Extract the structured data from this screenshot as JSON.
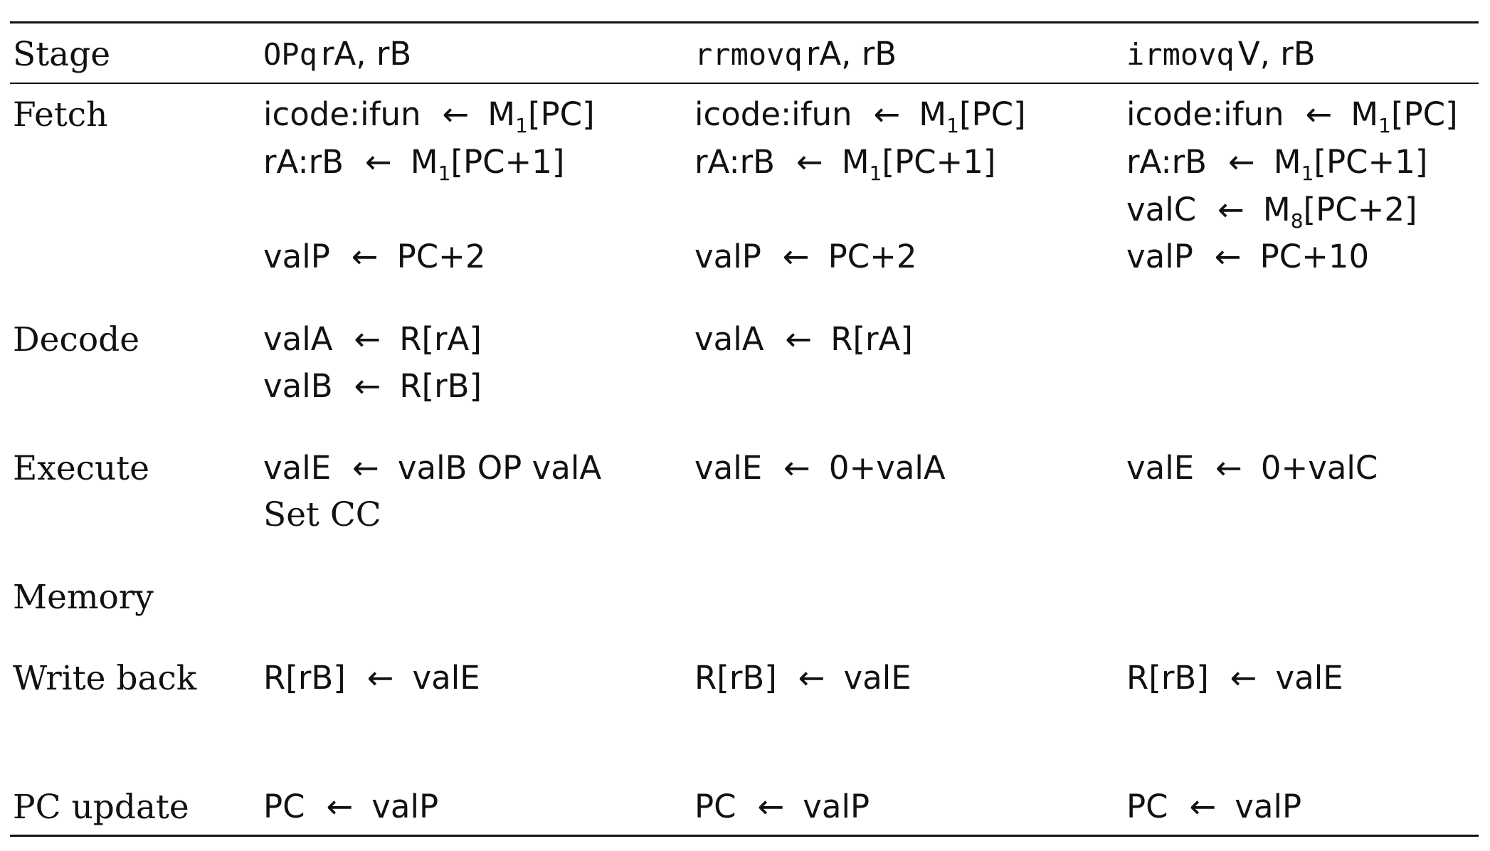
{
  "header": {
    "stage": "Stage",
    "col1": {
      "mono": "OPq",
      "args": "rA, rB"
    },
    "col2": {
      "mono": "rrmovq",
      "args": "rA, rB"
    },
    "col3": {
      "mono": "irmovq",
      "args": "V, rB"
    }
  },
  "arrow": "←",
  "stages": {
    "fetch": "Fetch",
    "decode": "Decode",
    "execute": "Execute",
    "memory": "Memory",
    "writeback": "Write back",
    "pcupdate": "PC update"
  },
  "col1": {
    "fetch_1": {
      "lhs": "icode:ifun",
      "rhs": "M",
      "sub": "1",
      "tail": "[PC]"
    },
    "fetch_2": {
      "lhs": "rA:rB",
      "rhs": "M",
      "sub": "1",
      "tail": "[PC+1]"
    },
    "fetch_4": {
      "lhs": "valP",
      "rhs": "PC+2"
    },
    "decode_1": {
      "lhs": "valA",
      "rhs": "R[rA]"
    },
    "decode_2": {
      "lhs": "valB",
      "rhs": "R[rB]"
    },
    "execute_1": {
      "lhs": "valE",
      "rhs": "valB OP valA"
    },
    "execute_2": "Set CC",
    "writeback_1": {
      "lhs": "R[rB]",
      "rhs": "valE"
    },
    "pcupdate_1": {
      "lhs": "PC",
      "rhs": "valP"
    }
  },
  "col2": {
    "fetch_1": {
      "lhs": "icode:ifun",
      "rhs": "M",
      "sub": "1",
      "tail": "[PC]"
    },
    "fetch_2": {
      "lhs": "rA:rB",
      "rhs": "M",
      "sub": "1",
      "tail": "[PC+1]"
    },
    "fetch_4": {
      "lhs": "valP",
      "rhs": "PC+2"
    },
    "decode_1": {
      "lhs": "valA",
      "rhs": "R[rA]"
    },
    "execute_1": {
      "lhs": "valE",
      "rhs": "0+valA"
    },
    "writeback_1": {
      "lhs": "R[rB]",
      "rhs": "valE"
    },
    "pcupdate_1": {
      "lhs": "PC",
      "rhs": "valP"
    }
  },
  "col3": {
    "fetch_1": {
      "lhs": "icode:ifun",
      "rhs": "M",
      "sub": "1",
      "tail": "[PC]"
    },
    "fetch_2": {
      "lhs": "rA:rB",
      "rhs": "M",
      "sub": "1",
      "tail": "[PC+1]"
    },
    "fetch_3": {
      "lhs": "valC",
      "rhs": "M",
      "sub": "8",
      "tail": "[PC+2]"
    },
    "fetch_4": {
      "lhs": "valP",
      "rhs": "PC+10"
    },
    "execute_1": {
      "lhs": "valE",
      "rhs": "0+valC"
    },
    "writeback_1": {
      "lhs": "R[rB]",
      "rhs": "valE"
    },
    "pcupdate_1": {
      "lhs": "PC",
      "rhs": "valP"
    }
  }
}
